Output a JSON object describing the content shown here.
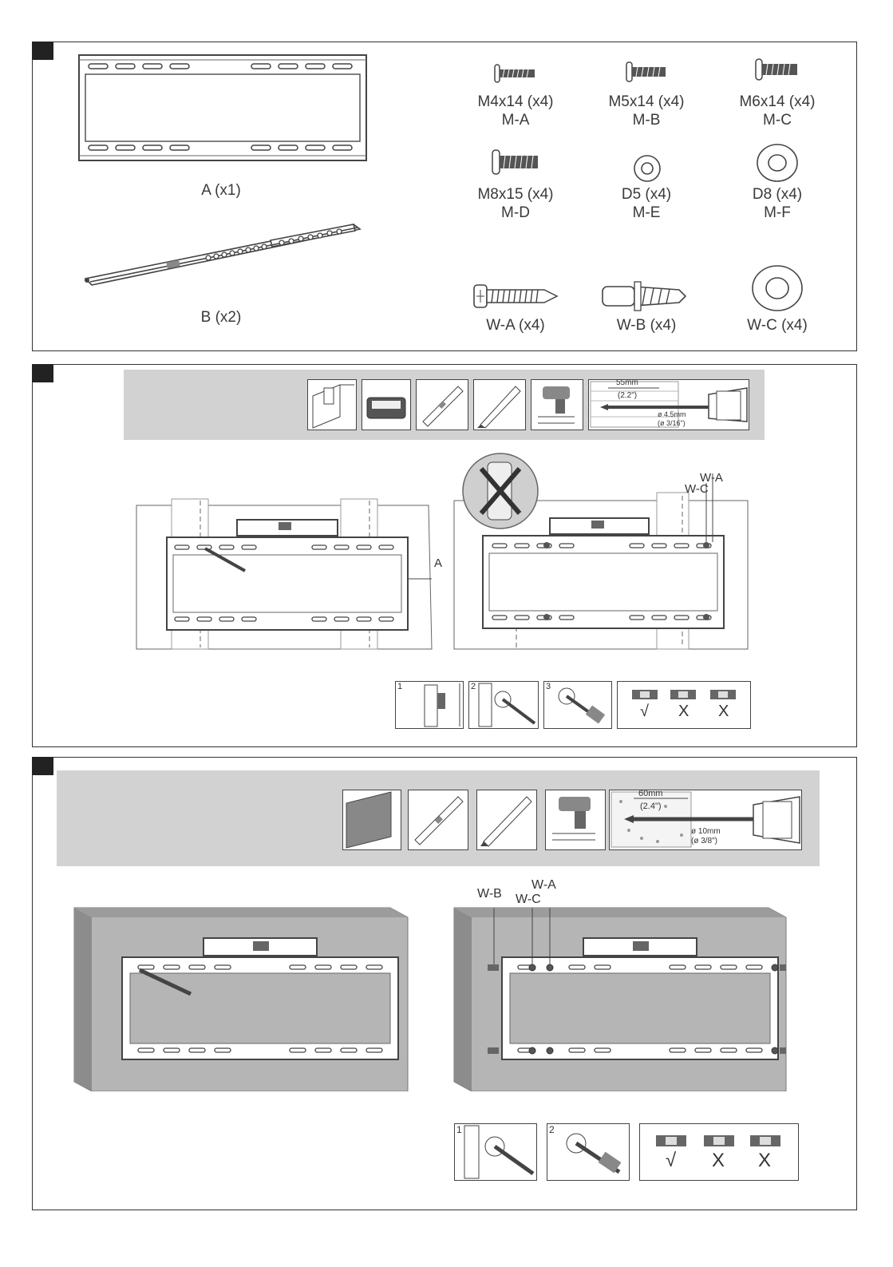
{
  "parts": {
    "bracket": "A (x1)",
    "arm": "B (x2)",
    "items": [
      {
        "size": "M4x14 (x4)",
        "code": "M-A"
      },
      {
        "size": "M5x14 (x4)",
        "code": "M-B"
      },
      {
        "size": "M6x14 (x4)",
        "code": "M-C"
      },
      {
        "size": "M8x15 (x4)",
        "code": "M-D"
      },
      {
        "size": "D5 (x4)",
        "code": "M-E"
      },
      {
        "size": "D8 (x4)",
        "code": "M-F"
      },
      {
        "size": "W-A (x4)"
      },
      {
        "size": "W-B (x4)"
      },
      {
        "size": "W-C (x4)"
      }
    ]
  },
  "wood": {
    "drill_depth": "55mm",
    "drill_depth_in": "(2.2\")",
    "drill_dia": "ø 4.5mm",
    "drill_dia_in": "(ø 3/16\")",
    "label_a": "A",
    "label_wa": "W-A",
    "label_wc": "W-C",
    "steps": [
      "1",
      "2",
      "3"
    ],
    "level_marks": [
      "√",
      "X",
      "X"
    ]
  },
  "concrete": {
    "drill_depth": "60mm",
    "drill_depth_in": "(2.4\")",
    "drill_dia": "ø 10mm",
    "drill_dia_in": "(ø 3/8\")",
    "label_wb": "W-B",
    "label_wc": "W-C",
    "label_wa": "W-A",
    "steps": [
      "1",
      "2"
    ],
    "level_marks": [
      "√",
      "X",
      "X"
    ]
  }
}
